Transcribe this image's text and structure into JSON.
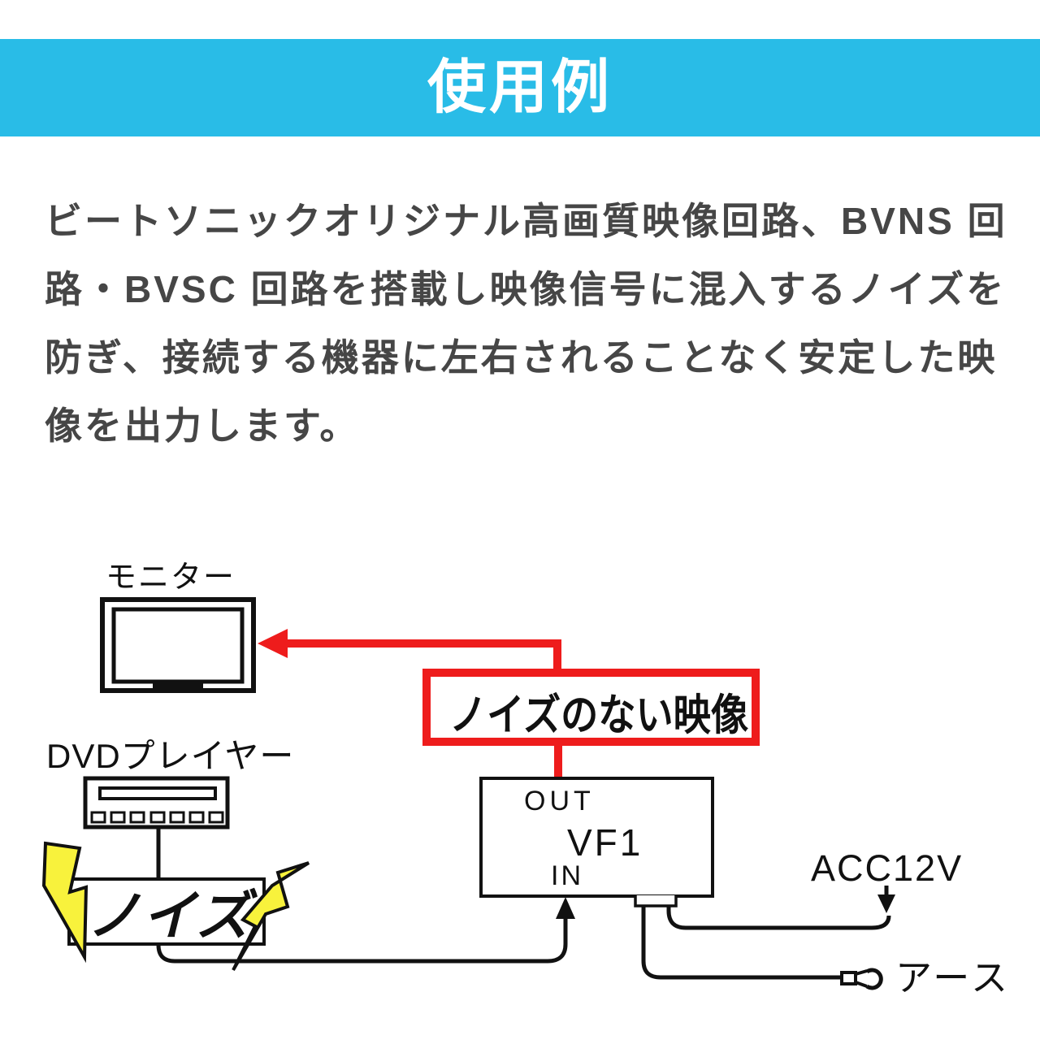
{
  "header": {
    "title": "使用例"
  },
  "intro": {
    "lines": [
      "ビートソニックオリジナル高画質映像回路、BVNS 回",
      "路・BVSC 回路を搭載し映像信号に混入するノイズを",
      "防ぎ、接続する機器に左右されることなく安定した映",
      "像を出力します。"
    ]
  },
  "diagram": {
    "monitor_label": "モニター",
    "dvd_label": "DVDプレイヤー",
    "noise_label": "ノイズ",
    "clean_video_label": "ノイズのない映像",
    "unit_out_label": "OUT",
    "unit_name": "VF1",
    "unit_in_label": "IN",
    "acc_label": "ACC12V",
    "ground_label": "アース"
  },
  "colors": {
    "header_bg": "#29BCE7",
    "header_text": "#FFFFFF",
    "body_text": "#464646",
    "signal_red": "#EE1C1C",
    "line_black": "#111111",
    "lightning_yellow": "#F8F23C"
  }
}
